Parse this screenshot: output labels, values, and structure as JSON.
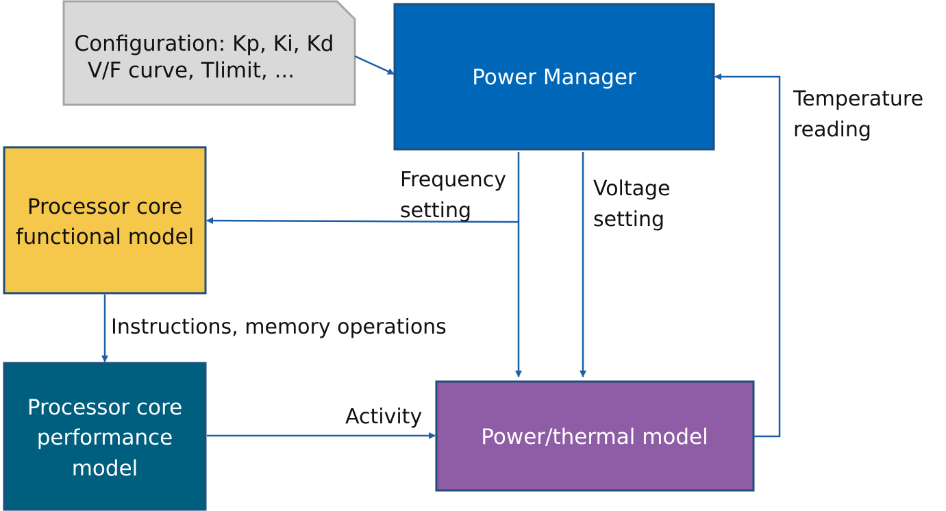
{
  "colors": {
    "config_fill": "#d9d9d9",
    "config_stroke": "#a6a6a6",
    "power_manager_fill": "#0067b8",
    "power_manager_stroke": "#1f4e79",
    "functional_fill": "#f5c84b",
    "functional_stroke": "#1f4e79",
    "performance_fill": "#005f7f",
    "performance_stroke": "#1f4e79",
    "thermal_fill": "#8e5da5",
    "thermal_stroke": "#1f4e79",
    "arrow": "#1a5fa8",
    "white_text": "#ffffff",
    "dark_text": "#111111"
  },
  "nodes": {
    "config": {
      "line1": "Configuration: Kp, Ki, Kd",
      "line2": "V/F curve, Tlimit, ..."
    },
    "power_manager": {
      "label": "Power Manager"
    },
    "functional_model": {
      "line1": "Processor core",
      "line2": "functional model"
    },
    "performance_model": {
      "line1": "Processor core",
      "line2": "performance",
      "line3": "model"
    },
    "thermal_model": {
      "label": "Power/thermal model"
    }
  },
  "edges": {
    "frequency": {
      "line1": "Frequency",
      "line2": "setting"
    },
    "voltage": {
      "line1": "Voltage",
      "line2": "setting"
    },
    "temperature": {
      "line1": "Temperature",
      "line2": "reading"
    },
    "instructions": {
      "label": "Instructions, memory operations"
    },
    "activity": {
      "label": "Activity"
    }
  }
}
